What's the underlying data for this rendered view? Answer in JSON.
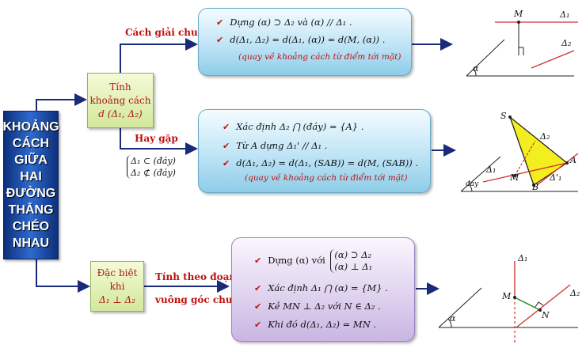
{
  "main_title": "KHOẢNG\nCÁCH\nGIỮA\nHAI\nĐƯỜNG\nTHẲNG\nCHÉO\nNHAU",
  "box_compute": {
    "line1": "Tính",
    "line2": "khoảng cách",
    "line3": "d (Δ₁, Δ₂)"
  },
  "box_special": {
    "line1": "Đặc biệt",
    "line2": "khi",
    "line3": "Δ₁ ⊥ Δ₂"
  },
  "labels": {
    "general": "Cách giải chung",
    "common": "Hay gặp",
    "perp_line1": "Tính theo đoạn",
    "perp_line2": "vuông góc chung"
  },
  "common_conditions": {
    "c1": "Δ₁ ⊂ (đáy)",
    "c2": "Δ₂ ⊄ (đáy)"
  },
  "method_general": {
    "step1": "Dựng (α) ⊃ Δ₂ và (α) // Δ₁ .",
    "step2": "d(Δ₁, Δ₂) = d(Δ₁, (α)) = d(M, (α)) .",
    "note": "(quay về khoảng cách từ điểm tới mặt)"
  },
  "method_common": {
    "step1": "Xác định Δ₂ ⋂ (đáy) = {A} .",
    "step2": "Từ A dựng Δ₁' // Δ₁ .",
    "step3": "d(Δ₁, Δ₂) = d(Δ₁, (SAB)) = d(M, (SAB)) .",
    "note": "(quay về khoảng cách từ điểm tới mặt)"
  },
  "method_perp": {
    "step1_prefix": "Dựng (α) với",
    "step1_sys1": "(α) ⊃ Δ₂",
    "step1_sys2": "(α) ⊥ Δ₁",
    "step2": "Xác định Δ₁ ⋂ (α) = {M} .",
    "step3": "Kẻ MN ⊥ Δ₂ với N ∈ Δ₂ .",
    "step4": "Khi đó d(Δ₁, Δ₂) = MN ."
  },
  "figure1": {
    "M": "M",
    "d1": "Δ₁",
    "d2": "Δ₂",
    "alpha": "α"
  },
  "figure2": {
    "S": "S",
    "d2": "Δ₂",
    "A": "A",
    "d1": "Δ₁",
    "M": "M",
    "B": "B",
    "d1p": "Δ'₁",
    "plane": "đáy"
  },
  "figure3": {
    "d1": "Δ₁",
    "d2": "Δ₂",
    "M": "M",
    "N": "N",
    "alpha": "α"
  },
  "colors": {
    "main_blue": "#1f4fa8",
    "accent_red": "#c01010",
    "arrow": "#1a2a7a"
  }
}
